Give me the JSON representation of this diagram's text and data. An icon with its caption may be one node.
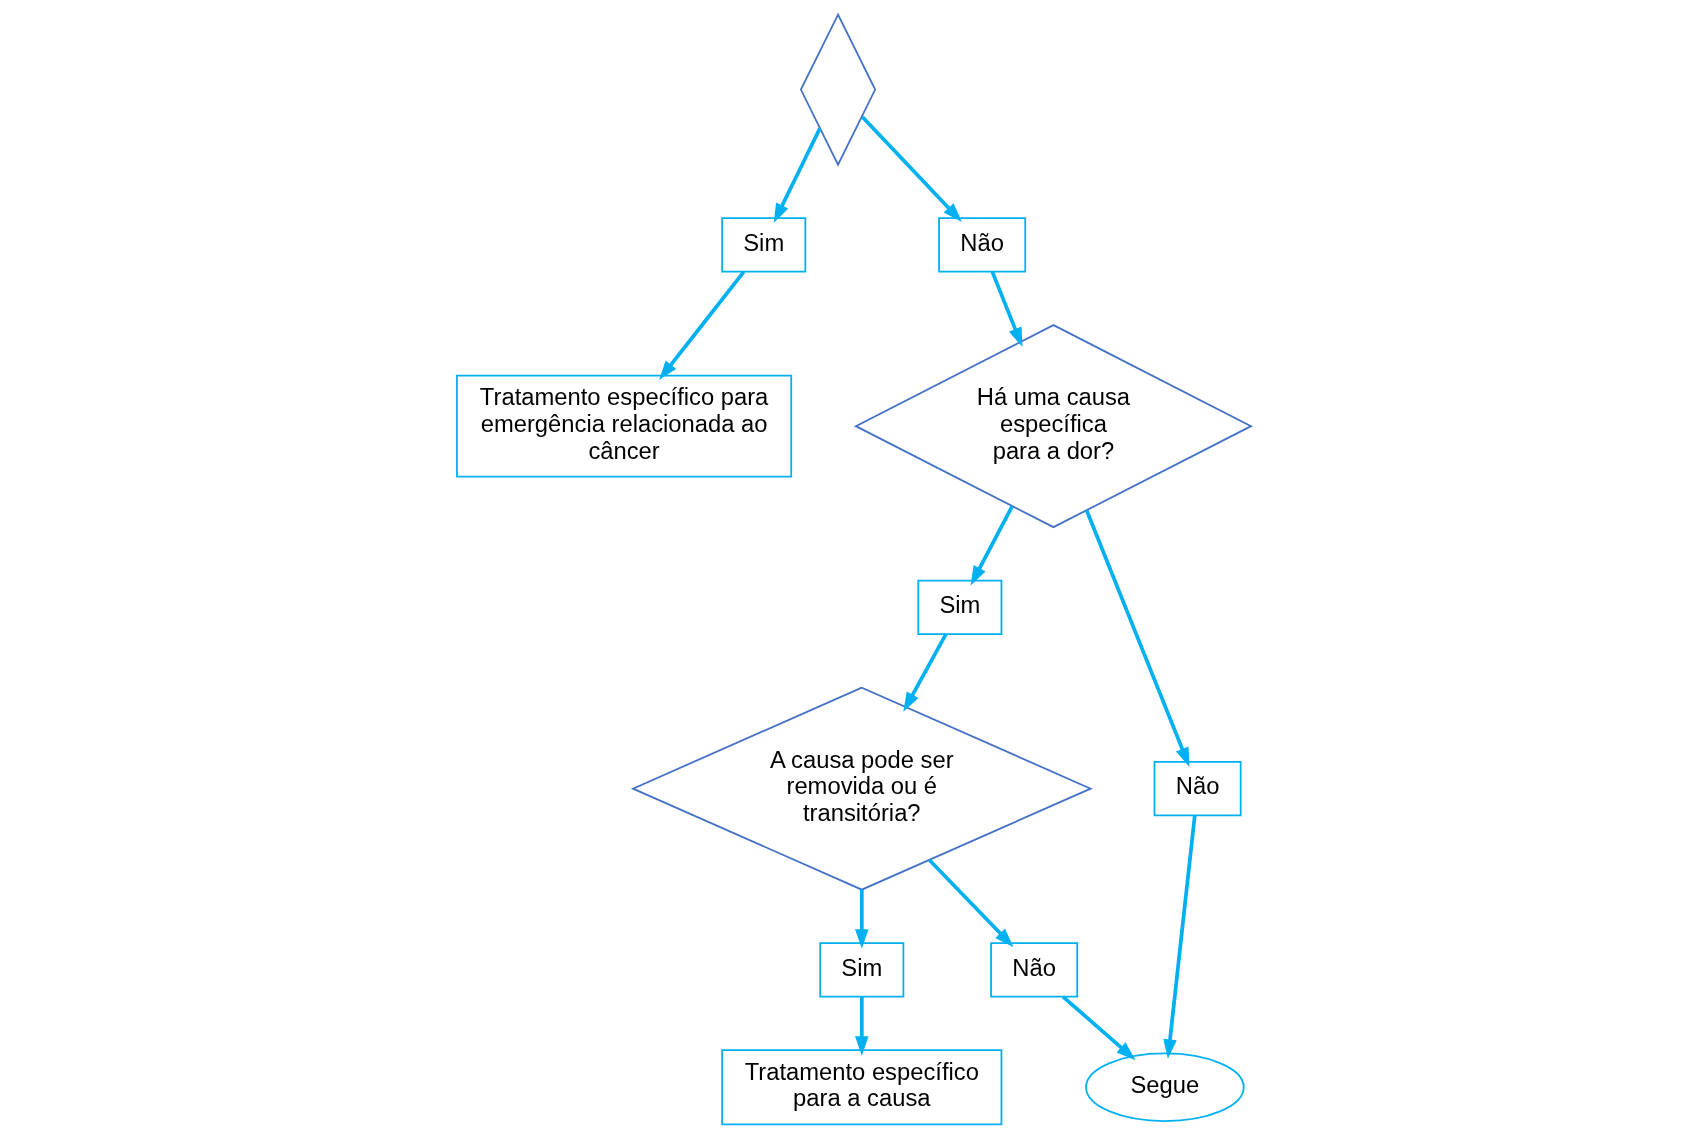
{
  "diagram": {
    "nodes": [
      {
        "text": [],
        "shape": "diamond"
      },
      {
        "text": [
          "Sim"
        ]
      },
      {
        "text": [
          "Não"
        ]
      },
      {
        "text": [
          "Tratamento específico para emergência relacionada ao câncer"
        ]
      },
      {
        "text": [
          "Há uma causa específica para a dor?"
        ]
      },
      {
        "text": [
          "Sim"
        ]
      },
      {
        "text": [
          "Não"
        ]
      },
      {
        "text": [
          "A causa pode ser removida ou é transitória?"
        ]
      },
      {
        "text": [
          "Sim"
        ]
      },
      {
        "text": [
          "Não"
        ]
      },
      {
        "text": [
          "Tratamento específico para a causa"
        ]
      },
      {
        "text": [
          "Segue"
        ]
      }
    ],
    "edges": [
      {
        "from": 0,
        "to": 1,
        "arrow": "to"
      },
      {
        "from": 0,
        "to": 2,
        "arrow": "to"
      },
      {
        "from": 1,
        "to": 3,
        "arrow": "to"
      },
      {
        "from": 2,
        "to": 4,
        "arrow": "to"
      },
      {
        "from": 4,
        "to": 5,
        "arrow": "to"
      },
      {
        "from": 4,
        "to": 6,
        "arrow": "to"
      },
      {
        "from": 5,
        "to": 7,
        "arrow": "to"
      },
      {
        "from": 7,
        "to": 8,
        "arrow": "to"
      },
      {
        "from": 7,
        "to": 9,
        "arrow": "to"
      },
      {
        "from": 8,
        "to": 10,
        "arrow": "to"
      },
      {
        "from": 9,
        "to": 11,
        "arrow": "to"
      },
      {
        "from": 6,
        "to": 11,
        "arrow": "to"
      }
    ]
  }
}
